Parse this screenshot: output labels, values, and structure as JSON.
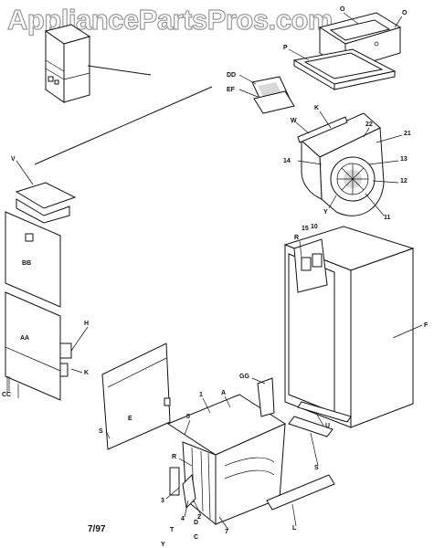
{
  "watermark": "AppliancePartsPros.com",
  "date_code": "7/97",
  "labels": {
    "o1": "O",
    "o2": "O",
    "p": "P",
    "dd_top": "DD",
    "ef": "EF",
    "w": "W",
    "k_top": "K",
    "n22": "22",
    "n21": "21",
    "n13": "13",
    "n12": "12",
    "n14": "14",
    "y_mid": "Y",
    "n11": "11",
    "v": "V",
    "bb": "BB",
    "aa": "AA",
    "h": "H",
    "k_left": "K",
    "cc": "CC",
    "r_col": "R",
    "n15": "15",
    "n10": "10",
    "f": "F",
    "u": "U",
    "gg": "GG",
    "n1": "1",
    "a": "A",
    "s_left": "S",
    "e": "E",
    "n5": "5",
    "r_coil": "R",
    "n3": "3",
    "n4": "4",
    "n2": "2",
    "c": "C",
    "d": "D",
    "t": "T",
    "y_bot": "Y",
    "n7": "7",
    "l": "L",
    "s_right": "S"
  },
  "colors": {
    "line": "#111111",
    "background": "#ffffff",
    "watermark_outline": "#9a9a9a"
  }
}
